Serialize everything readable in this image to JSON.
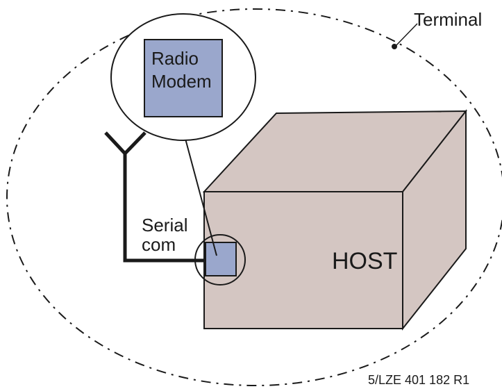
{
  "labels": {
    "terminal": "Terminal",
    "radio_modem_line1": "Radio",
    "radio_modem_line2": "Modem",
    "serial_com_line1": "Serial",
    "serial_com_line2": "com",
    "host": "HOST",
    "doc_id": "5/LZE 401 182 R1"
  },
  "colors": {
    "modem_fill": "#9aa7cc",
    "host_fill": "#d4c6c2",
    "stroke": "#1a1a1a"
  }
}
